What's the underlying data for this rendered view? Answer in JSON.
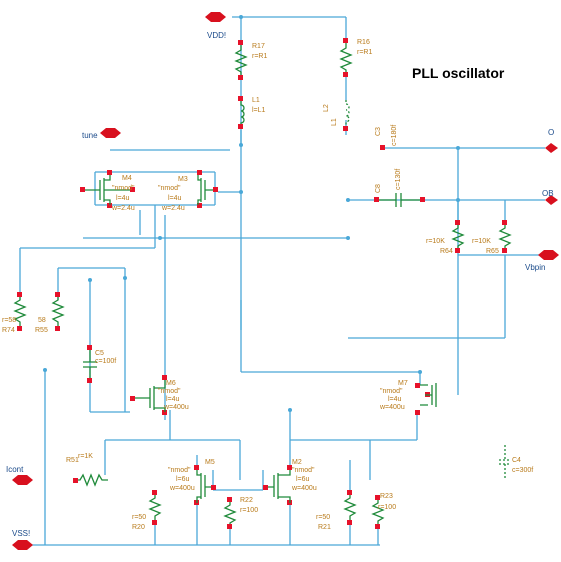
{
  "title": "PLL oscillator",
  "ports": {
    "vdd": "VDD!",
    "tune": "tune",
    "o_top": "O",
    "ob": "OB",
    "vbpin": "Vbpin",
    "icont": "Icont",
    "vss": "VSS!"
  },
  "components": {
    "r17": {
      "name": "R17",
      "value": "r=R1"
    },
    "r16": {
      "name": "R16",
      "value": "r=R1"
    },
    "l1": {
      "name": "L1",
      "value": "l=L1"
    },
    "l2": {
      "name": "L2",
      "value": "L1"
    },
    "c3": {
      "name": "C3",
      "value": "c=180f"
    },
    "c8": {
      "name": "C8",
      "value": "c=130f"
    },
    "r64": {
      "name": "R64",
      "value": "r=10K"
    },
    "r65": {
      "name": "R65",
      "value": "r=10K"
    },
    "m4": {
      "model": "\"nmod\"",
      "l": "l=4u",
      "w": "w=2.4u",
      "name": "M4"
    },
    "m3": {
      "model": "\"nmod\"",
      "l": "l=4u",
      "w": "w=2.4u",
      "name": "M3"
    },
    "r74": {
      "name": "R74",
      "value": "r=58"
    },
    "r55": {
      "name": "R55",
      "value": "58"
    },
    "c5": {
      "name": "C5",
      "value": "c=100f"
    },
    "m6": {
      "model": "\"nmod\"",
      "l": "l=4u",
      "w": "w=400u",
      "name": "M6"
    },
    "m7": {
      "model": "\"nmod\"",
      "l": "l=4u",
      "w": "w=400u",
      "name": "M7"
    },
    "r51": {
      "name": "R51",
      "value": "r=1K"
    },
    "m5": {
      "model": "\"nmod\"",
      "l": "l=6u",
      "w": "w=400u",
      "name": "M5"
    },
    "m2": {
      "model": "\"nmod\"",
      "l": "l=6u",
      "w": "w=400u",
      "name": "M2"
    },
    "r22": {
      "name": "R22",
      "value": "r=100"
    },
    "r23": {
      "name": "R23",
      "value": "r=100"
    },
    "r20": {
      "name": "R20",
      "value": "r=50"
    },
    "r21": {
      "name": "R21",
      "value": "r=50"
    },
    "c4": {
      "name": "C4",
      "value": "c=300f"
    }
  }
}
